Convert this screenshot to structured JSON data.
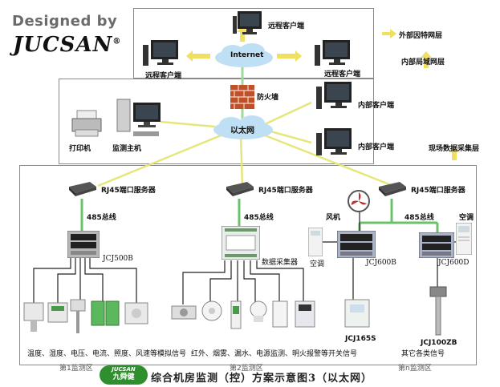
{
  "brand": {
    "designed_by": "Designed by",
    "logo": "JUCSAN",
    "registered": "®"
  },
  "internet_layer": {
    "internet": "Internet",
    "remote_client_top": "远程客户端",
    "remote_client_left": "远程客户端",
    "remote_client_right": "远程客户端"
  },
  "right_labels": {
    "external_layer": "外部因特网层",
    "internal_layer": "内部局域网层",
    "field_layer": "现场数据采集层"
  },
  "lan_layer": {
    "firewall": "防火墙",
    "ethernet": "以太网",
    "printer": "打印机",
    "host": "监测主机",
    "internal_client_1": "内部客户端",
    "internal_client_2": "内部客户端"
  },
  "field": {
    "servers": [
      "RJ45端口服务器",
      "RJ45端口服务器",
      "RJ45端口服务器"
    ],
    "bus": [
      "485总线",
      "485总线",
      "485总线"
    ],
    "jcj500b": "JCJ500B",
    "collector": "数据采集器",
    "fan": "风机",
    "ac_left": "空调",
    "ac_right": "空调",
    "jcj600b": "JCJ600B",
    "jcj600d": "JCJ600D",
    "jcj165s": "JCJ165S",
    "jcj100zb": "JCJ100ZB",
    "zone1_signals": "温度、湿度、电压、电流、照度、风速等模拟信号",
    "zone2_signals": "红外、烟雾、漏水、电源监测、明火报警等开关信号",
    "zone3_signals": "其它各类信号",
    "zone1": "第1监测区",
    "zone2": "第2监测区",
    "zone3": "第n监测区"
  },
  "footer": {
    "logo_en": "JUCSAN",
    "logo_cn": "九舜健",
    "caption": "综合机房监测（控）方案示意图3（以太网）"
  },
  "colors": {
    "link": "#e0e070",
    "bus": "#6cc06c",
    "arrow": "#f0e060",
    "cloud": "#bfe0f4"
  }
}
